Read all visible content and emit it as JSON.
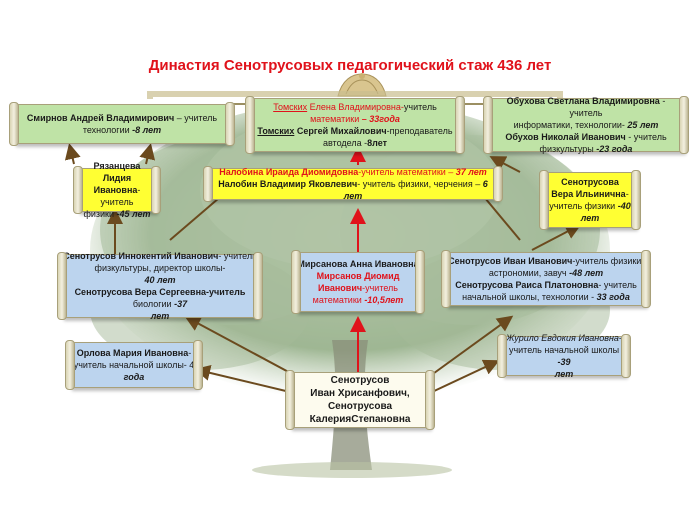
{
  "title": "Династия Сенотрусовых педагогический стаж 436 лет",
  "colors": {
    "title": "#e0121b",
    "arrow_brown": "#6b4a1e",
    "arrow_red": "#e0121b",
    "green": "#bfe3a6",
    "blue": "#bcd4ee",
    "yellow": "#ffff33",
    "cream": "#fdfbee"
  },
  "boxes": {
    "smirnov": {
      "lines": [
        [
          {
            "t": "Смирнов Андрей Владимирович",
            "s": "b"
          },
          {
            "t": " – учитель"
          }
        ],
        [
          {
            "t": "технологии "
          },
          {
            "t": "-8 лет",
            "s": "b i"
          }
        ]
      ]
    },
    "tomskih": {
      "lines": [
        [
          {
            "t": "Томских",
            "s": "red u"
          },
          {
            "t": " Елена Владимировна-",
            "s": "red"
          },
          {
            "t": "учитель"
          }
        ],
        [
          {
            "t": "математики",
            "s": "red"
          },
          {
            "t": " – 33года",
            "s": "red b i"
          }
        ],
        [
          {
            "t": "Томских",
            "s": "b u"
          },
          {
            "t": " Сергей Михайлович",
            "s": "b"
          },
          {
            "t": "-преподаватель"
          }
        ],
        [
          {
            "t": "автодела -"
          },
          {
            "t": "8лет",
            "s": "b"
          }
        ]
      ]
    },
    "obuhova": {
      "lines": [
        [
          {
            "t": "Обухова Светлана Владимировна",
            "s": "b"
          },
          {
            "t": " - учитель"
          }
        ],
        [
          {
            "t": "информатики, технологии- "
          },
          {
            "t": "25 лет",
            "s": "b i"
          }
        ],
        [
          {
            "t": "Обухов Николай Иванович",
            "s": "b"
          },
          {
            "t": " - учитель"
          }
        ],
        [
          {
            "t": "физкультуры "
          },
          {
            "t": "-23 года",
            "s": "b i"
          }
        ]
      ]
    },
    "ryazantseva": {
      "lines": [
        [
          {
            "t": "Рязанцева Лидия",
            "s": "b"
          }
        ],
        [
          {
            "t": "Ивановна",
            "s": "b"
          },
          {
            "t": "-учитель"
          }
        ],
        [
          {
            "t": "физики "
          },
          {
            "t": "-45 лет",
            "s": "b i"
          }
        ]
      ]
    },
    "nalobina": {
      "lines": [
        [
          {
            "t": "Налобина Ираида Диомидовна",
            "s": "b red"
          },
          {
            "t": "-учитель математики – ",
            "s": "red"
          },
          {
            "t": "37 лет",
            "s": "red b i"
          }
        ],
        [
          {
            "t": "Налобин Владимир Яковлевич",
            "s": "b"
          },
          {
            "t": "- учитель физики, черчения – "
          },
          {
            "t": "6 лет",
            "s": "b i"
          }
        ]
      ]
    },
    "senotrusova_vera": {
      "lines": [
        [
          {
            "t": "Сенотрусова",
            "s": "b"
          }
        ],
        [
          {
            "t": "Вера Ильинична",
            "s": "b"
          },
          {
            "t": "-"
          }
        ],
        [
          {
            "t": "учитель физики "
          },
          {
            "t": "-40",
            "s": "b i"
          }
        ],
        [
          {
            "t": "лет",
            "s": "b i"
          }
        ]
      ]
    },
    "senotrusov_innokentiy": {
      "lines": [
        [
          {
            "t": "Сенотрусов Иннокентий Иванович",
            "s": "b"
          },
          {
            "t": "- учитель"
          }
        ],
        [
          {
            "t": "физкультуры, директор школы-"
          }
        ],
        [
          {
            "t": "40 лет",
            "s": "b i"
          }
        ],
        [
          {
            "t": "Сенотрусова Вера Сергеевна-учитель",
            "s": "b"
          },
          {
            "t": " биологии "
          },
          {
            "t": "-37",
            "s": "b i"
          }
        ],
        [
          {
            "t": "лет",
            "s": "b i"
          }
        ]
      ]
    },
    "mirsanova": {
      "lines": [
        [
          {
            "t": "Мирсанова Анна Ивановна",
            "s": "b"
          }
        ],
        [
          {
            "t": "Мирсанов Диомид",
            "s": "b red"
          }
        ],
        [
          {
            "t": "Иванович",
            "s": "b red"
          },
          {
            "t": "-учитель",
            "s": "red"
          }
        ],
        [
          {
            "t": "математики ",
            "s": "red"
          },
          {
            "t": "-10,5лет",
            "s": "red b i"
          }
        ]
      ]
    },
    "senotrusov_ivan": {
      "lines": [
        [
          {
            "t": "Сенотрусов Иван Иванович",
            "s": "b"
          },
          {
            "t": "-учитель физики,"
          }
        ],
        [
          {
            "t": "астрономии, завуч "
          },
          {
            "t": "-48 лет",
            "s": "b i"
          }
        ],
        [
          {
            "t": "Сенотрусова Раиса Платоновна",
            "s": "b"
          },
          {
            "t": "- учитель"
          }
        ],
        [
          {
            "t": "начальной школы, технологии - "
          },
          {
            "t": "33 года",
            "s": "b i"
          }
        ]
      ]
    },
    "orlova": {
      "lines": [
        [
          {
            "t": "Орлова Мария Ивановна",
            "s": "b"
          },
          {
            "t": "-"
          }
        ],
        [
          {
            "t": "учитель начальной школы- 4"
          }
        ],
        [
          {
            "t": "года",
            "s": "b i"
          }
        ]
      ]
    },
    "zhurilo": {
      "lines": [
        [
          {
            "t": "Журило Евдокия Ивановна",
            "s": "i"
          },
          {
            "t": "-"
          }
        ],
        [
          {
            "t": "учитель начальной школы "
          },
          {
            "t": "-39",
            "s": "b i"
          }
        ],
        [
          {
            "t": "лет",
            "s": "b i"
          }
        ]
      ]
    },
    "root": {
      "lines": [
        [
          {
            "t": "Сенотрусов",
            "s": "b"
          }
        ],
        [
          {
            "t": "Иван Хрисанфович,",
            "s": "b"
          }
        ],
        [
          {
            "t": "Сенотрусова",
            "s": "b"
          }
        ],
        [
          {
            "t": "КалерияСтепановна",
            "s": "b"
          }
        ]
      ]
    }
  }
}
